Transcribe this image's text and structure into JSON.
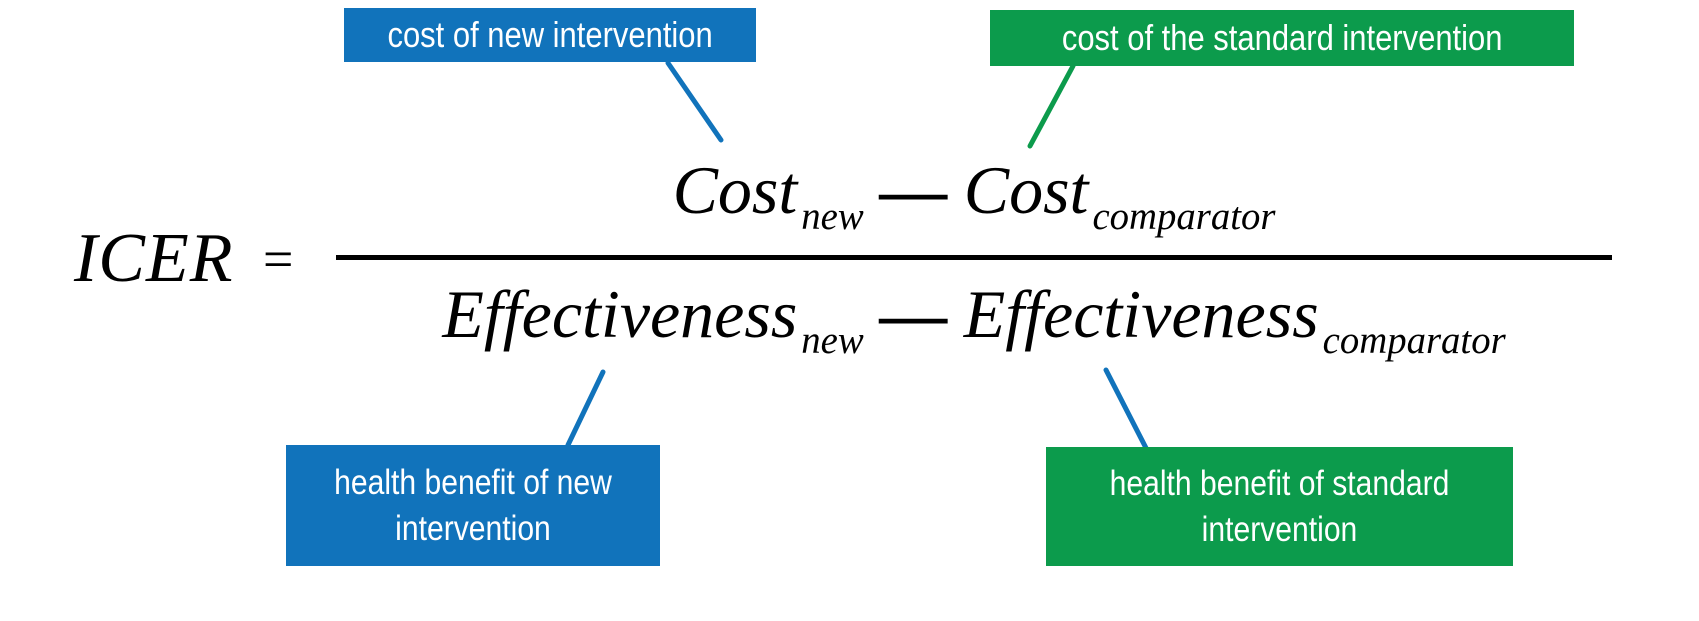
{
  "colors": {
    "blue": "#1173BB",
    "green": "#0C9B4C",
    "formula_text": "#000000",
    "background": "#FFFFFF"
  },
  "callouts": {
    "top_left": {
      "text": "cost of new intervention",
      "color": "blue"
    },
    "top_right": {
      "text": "cost of the standard intervention",
      "color": "green"
    },
    "bottom_left": {
      "text": "health benefit of new intervention",
      "color": "blue"
    },
    "bottom_right": {
      "text": "health benefit of standard intervention",
      "color": "green"
    }
  },
  "formula": {
    "lhs": "ICER",
    "equals_sign": "=",
    "minus_sign": "—",
    "numerator": {
      "term1": {
        "base": "Cost",
        "subscript": "new"
      },
      "term2": {
        "base": "Cost",
        "subscript": "comparator"
      }
    },
    "denominator": {
      "term1": {
        "base": "Effectiveness",
        "subscript": "new"
      },
      "term2": {
        "base": "Effectiveness",
        "subscript": "comparator"
      }
    }
  }
}
